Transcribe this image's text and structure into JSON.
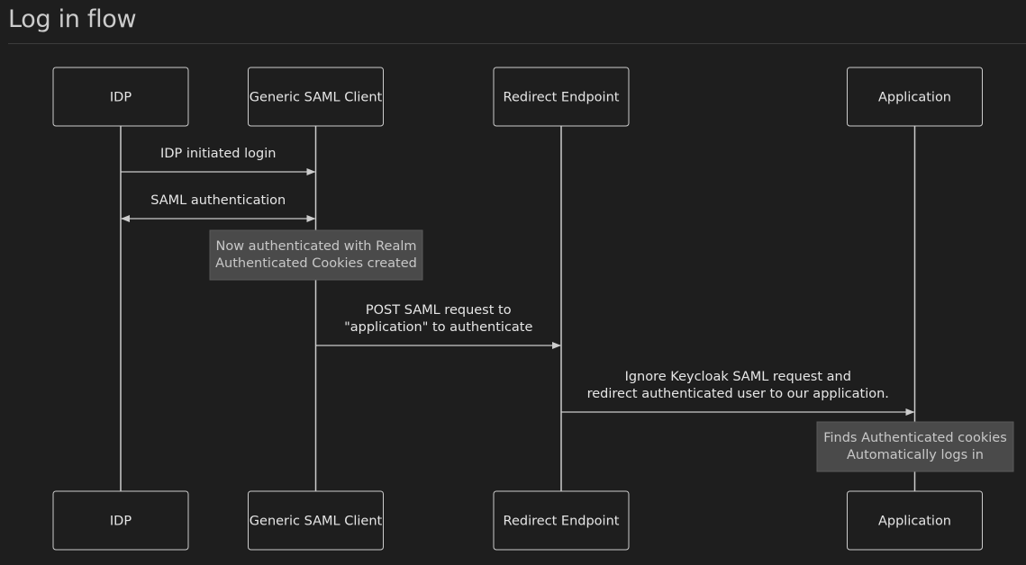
{
  "title": "Log in flow",
  "participants": [
    {
      "id": "idp",
      "label": "IDP"
    },
    {
      "id": "saml",
      "label": "Generic SAML Client"
    },
    {
      "id": "redirect",
      "label": "Redirect Endpoint"
    },
    {
      "id": "app",
      "label": "Application"
    }
  ],
  "messages": [
    {
      "from": "idp",
      "to": "saml",
      "lines": [
        "IDP initiated login"
      ],
      "bidirectional": false
    },
    {
      "from": "idp",
      "to": "saml",
      "lines": [
        "SAML authentication"
      ],
      "bidirectional": true
    },
    {
      "from": "saml",
      "to": "redirect",
      "lines": [
        "POST SAML request to",
        "\"application\" to authenticate"
      ],
      "bidirectional": false
    },
    {
      "from": "redirect",
      "to": "app",
      "lines": [
        "Ignore Keycloak SAML request and",
        "redirect authenticated user to our application."
      ],
      "bidirectional": false
    }
  ],
  "notes": [
    {
      "over": "saml",
      "lines": [
        "Now authenticated with Realm",
        "Authenticated Cookies created"
      ]
    },
    {
      "over": "app",
      "lines": [
        "Finds Authenticated cookies",
        "Automatically logs in"
      ]
    }
  ],
  "colors": {
    "background": "#1e1e1e",
    "line": "#cccccc",
    "note_fill": "#4a4a4a",
    "text": "#e6e6e6"
  }
}
